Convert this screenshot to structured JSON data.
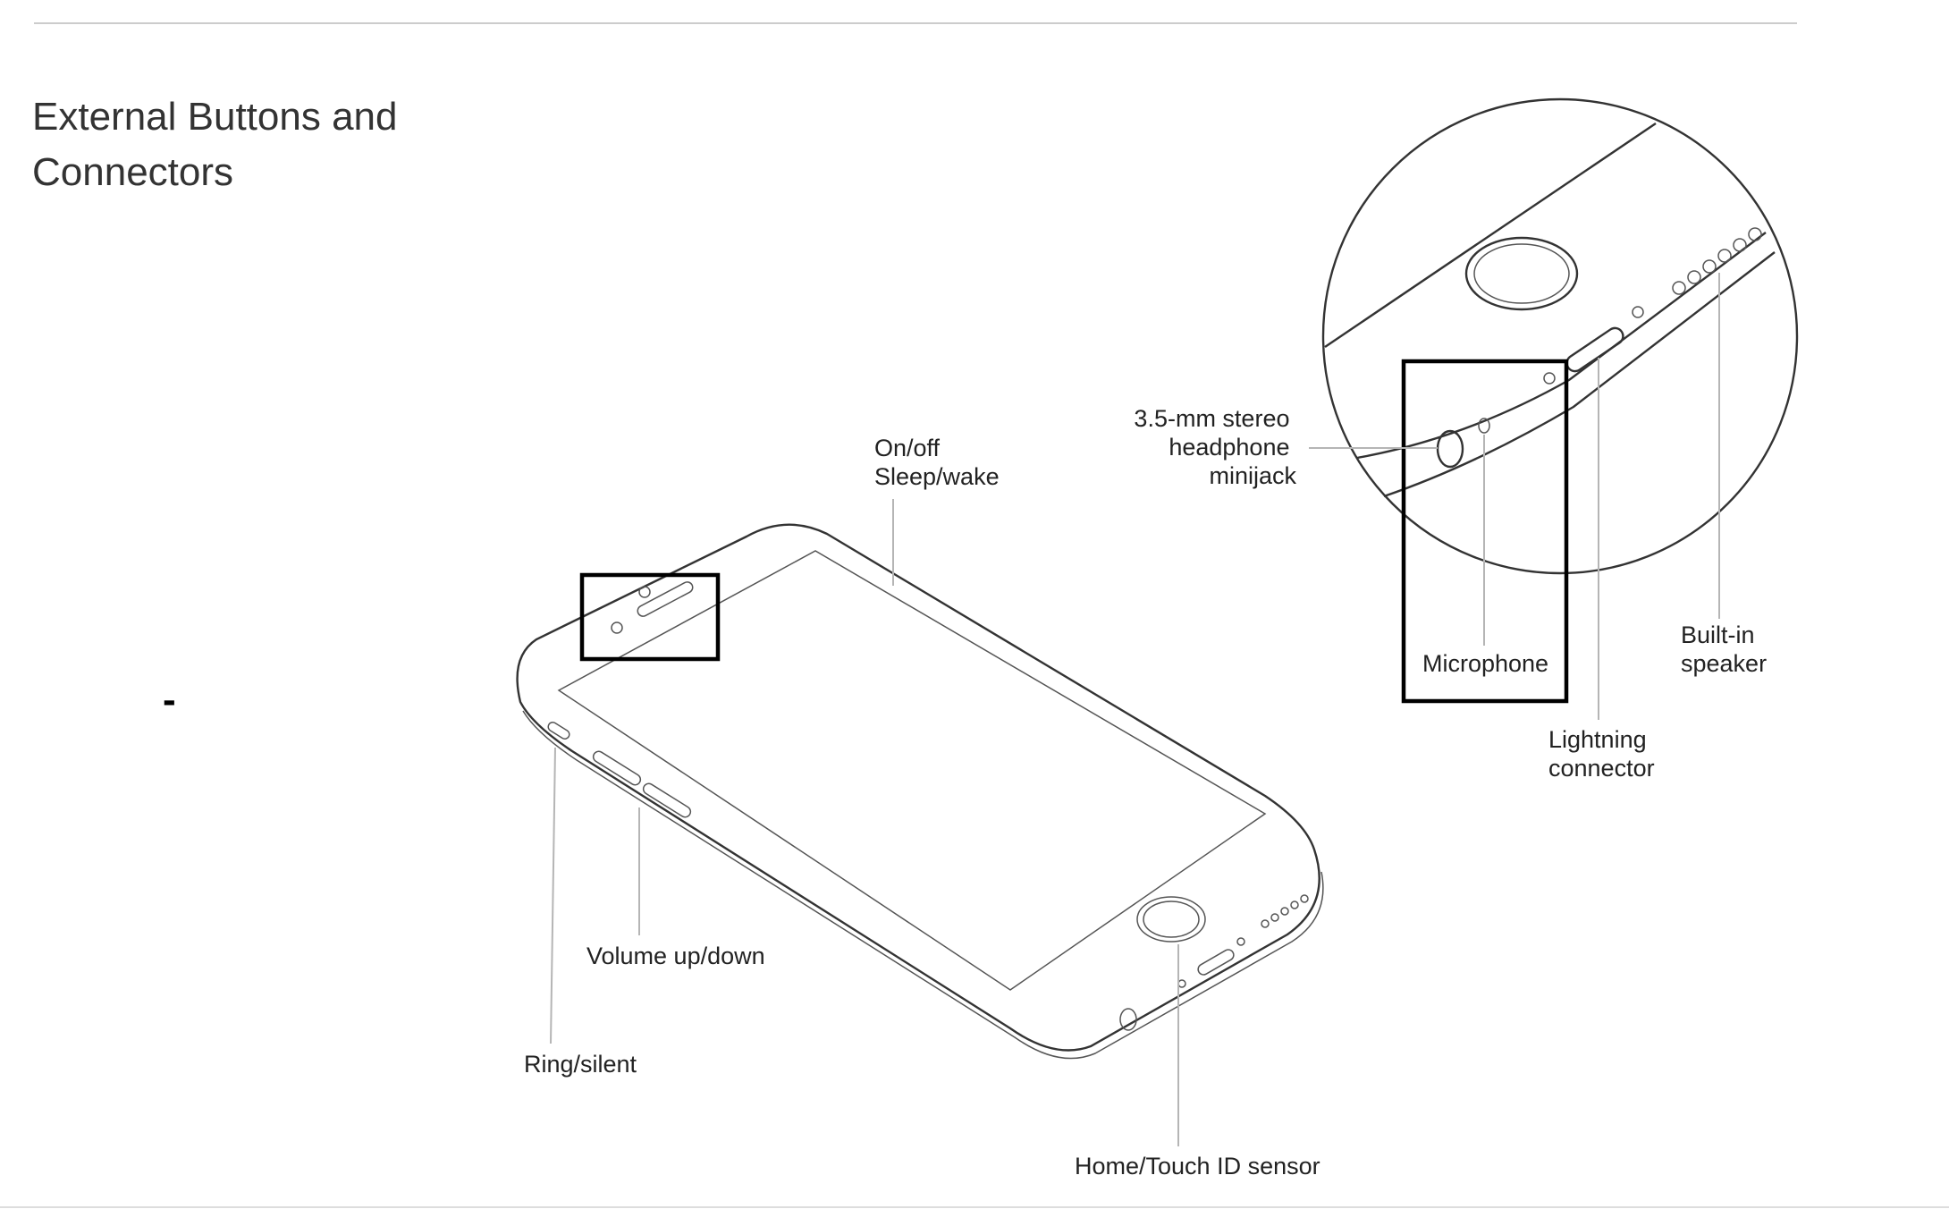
{
  "page": {
    "title_line1": "External Buttons and",
    "title_line2": "Connectors",
    "stray_mark": "-"
  },
  "callouts": {
    "on_off_line1": "On/off",
    "on_off_line2": "Sleep/wake",
    "headphone_line1": "3.5-mm stereo",
    "headphone_line2": "headphone",
    "headphone_line3": "minijack",
    "microphone": "Microphone",
    "speaker_line1": "Built-in",
    "speaker_line2": "speaker",
    "lightning_line1": "Lightning",
    "lightning_line2": "connector",
    "volume": "Volume up/down",
    "ring_silent": "Ring/silent",
    "home": "Home/Touch ID sensor"
  },
  "icons": {
    "phone": "iphone-outline-icon",
    "magnifier": "zoom-circle-icon"
  },
  "colors": {
    "text": "#222222",
    "title": "#333333",
    "line": "#333333",
    "leader": "#b5b5b5",
    "highlight": "#000000",
    "rule": "#cccccc"
  }
}
